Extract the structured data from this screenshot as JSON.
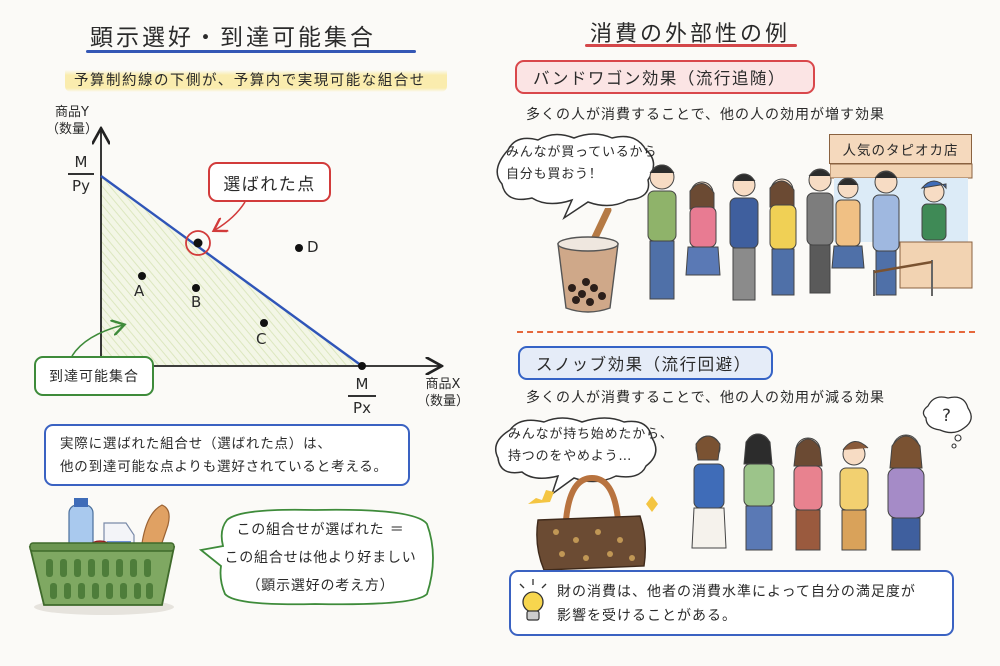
{
  "left_panel": {
    "title": "顕示選好・到達可能集合",
    "subtitle": "予算制約線の下側が、予算内で実現可能な組合せ",
    "y_axis": {
      "label": "商品Y",
      "unit": "（数量）",
      "intercept_num": "M",
      "intercept_den": "Py"
    },
    "x_axis": {
      "label": "商品X",
      "unit": "（数量）",
      "intercept_num": "M",
      "intercept_den": "Px"
    },
    "chosen_callout": "選ばれた点",
    "feasible_callout": "到達可能集合",
    "points": [
      {
        "label": "A",
        "x": 0.15,
        "y": 0.36
      },
      {
        "label": "B",
        "x": 0.37,
        "y": 0.3
      },
      {
        "label": "C",
        "x": 0.62,
        "y": 0.13
      },
      {
        "label": "D",
        "x": 0.76,
        "y": 0.45
      },
      {
        "label": "",
        "x": 0.37,
        "y": 0.51,
        "chosen": true
      }
    ],
    "note_line1": "実際に選ばれた組合せ（選ばれた点）は、",
    "note_line2": "他の到達可能な点よりも選好されていると考える。",
    "speech_line1": "この組合せが選ばれた ＝",
    "speech_line2": "この組合せは他より好ましい",
    "speech_line3": "（顕示選好の考え方）",
    "colors": {
      "budget_line": "#2f55b8",
      "feasible_fill": "#eef3dc",
      "chosen_ring": "#d23b3b",
      "feasible_border": "#3e8b3a"
    }
  },
  "right_panel": {
    "title": "消費の外部性の例",
    "bandwagon": {
      "tag": "バンドワゴン効果（流行追随）",
      "desc": "多くの人が消費することで、他の人の効用が増す効果",
      "thought_line1": "みんなが買っているから",
      "thought_line2": "自分も買おう！",
      "shop_sign": "人気のタピオカ店"
    },
    "snob": {
      "tag": "スノッブ効果（流行回避）",
      "desc": "多くの人が消費することで、他の人の効用が減る効果",
      "thought_line1": "みんなが持ち始めたから、",
      "thought_line2": "持つのをやめよう…",
      "question_mark": "?"
    },
    "tip_line1": "財の消費は、他者の消費水準によって自分の満足度が",
    "tip_line2": "影響を受けることがある。"
  },
  "chart_data": {
    "type": "scatter",
    "title": "顕示選好・到達可能集合",
    "xlabel": "商品X（数量）",
    "ylabel": "商品Y（数量）",
    "x_intercept_label": "M/Px",
    "y_intercept_label": "M/Py",
    "budget_line": {
      "from": [
        0,
        1
      ],
      "to": [
        1,
        0
      ]
    },
    "feasible_region": "triangle below budget line (shaded)",
    "points": [
      {
        "label": "A",
        "x": 0.15,
        "y": 0.36,
        "feasible": true
      },
      {
        "label": "B",
        "x": 0.37,
        "y": 0.3,
        "feasible": true
      },
      {
        "label": "C",
        "x": 0.62,
        "y": 0.13,
        "feasible": true
      },
      {
        "label": "D",
        "x": 0.76,
        "y": 0.45,
        "feasible": false
      },
      {
        "label": "選ばれた点",
        "x": 0.37,
        "y": 0.51,
        "on_budget_line": true
      }
    ],
    "xlim": [
      0,
      1.3
    ],
    "ylim": [
      0,
      1.15
    ],
    "grid": false
  }
}
